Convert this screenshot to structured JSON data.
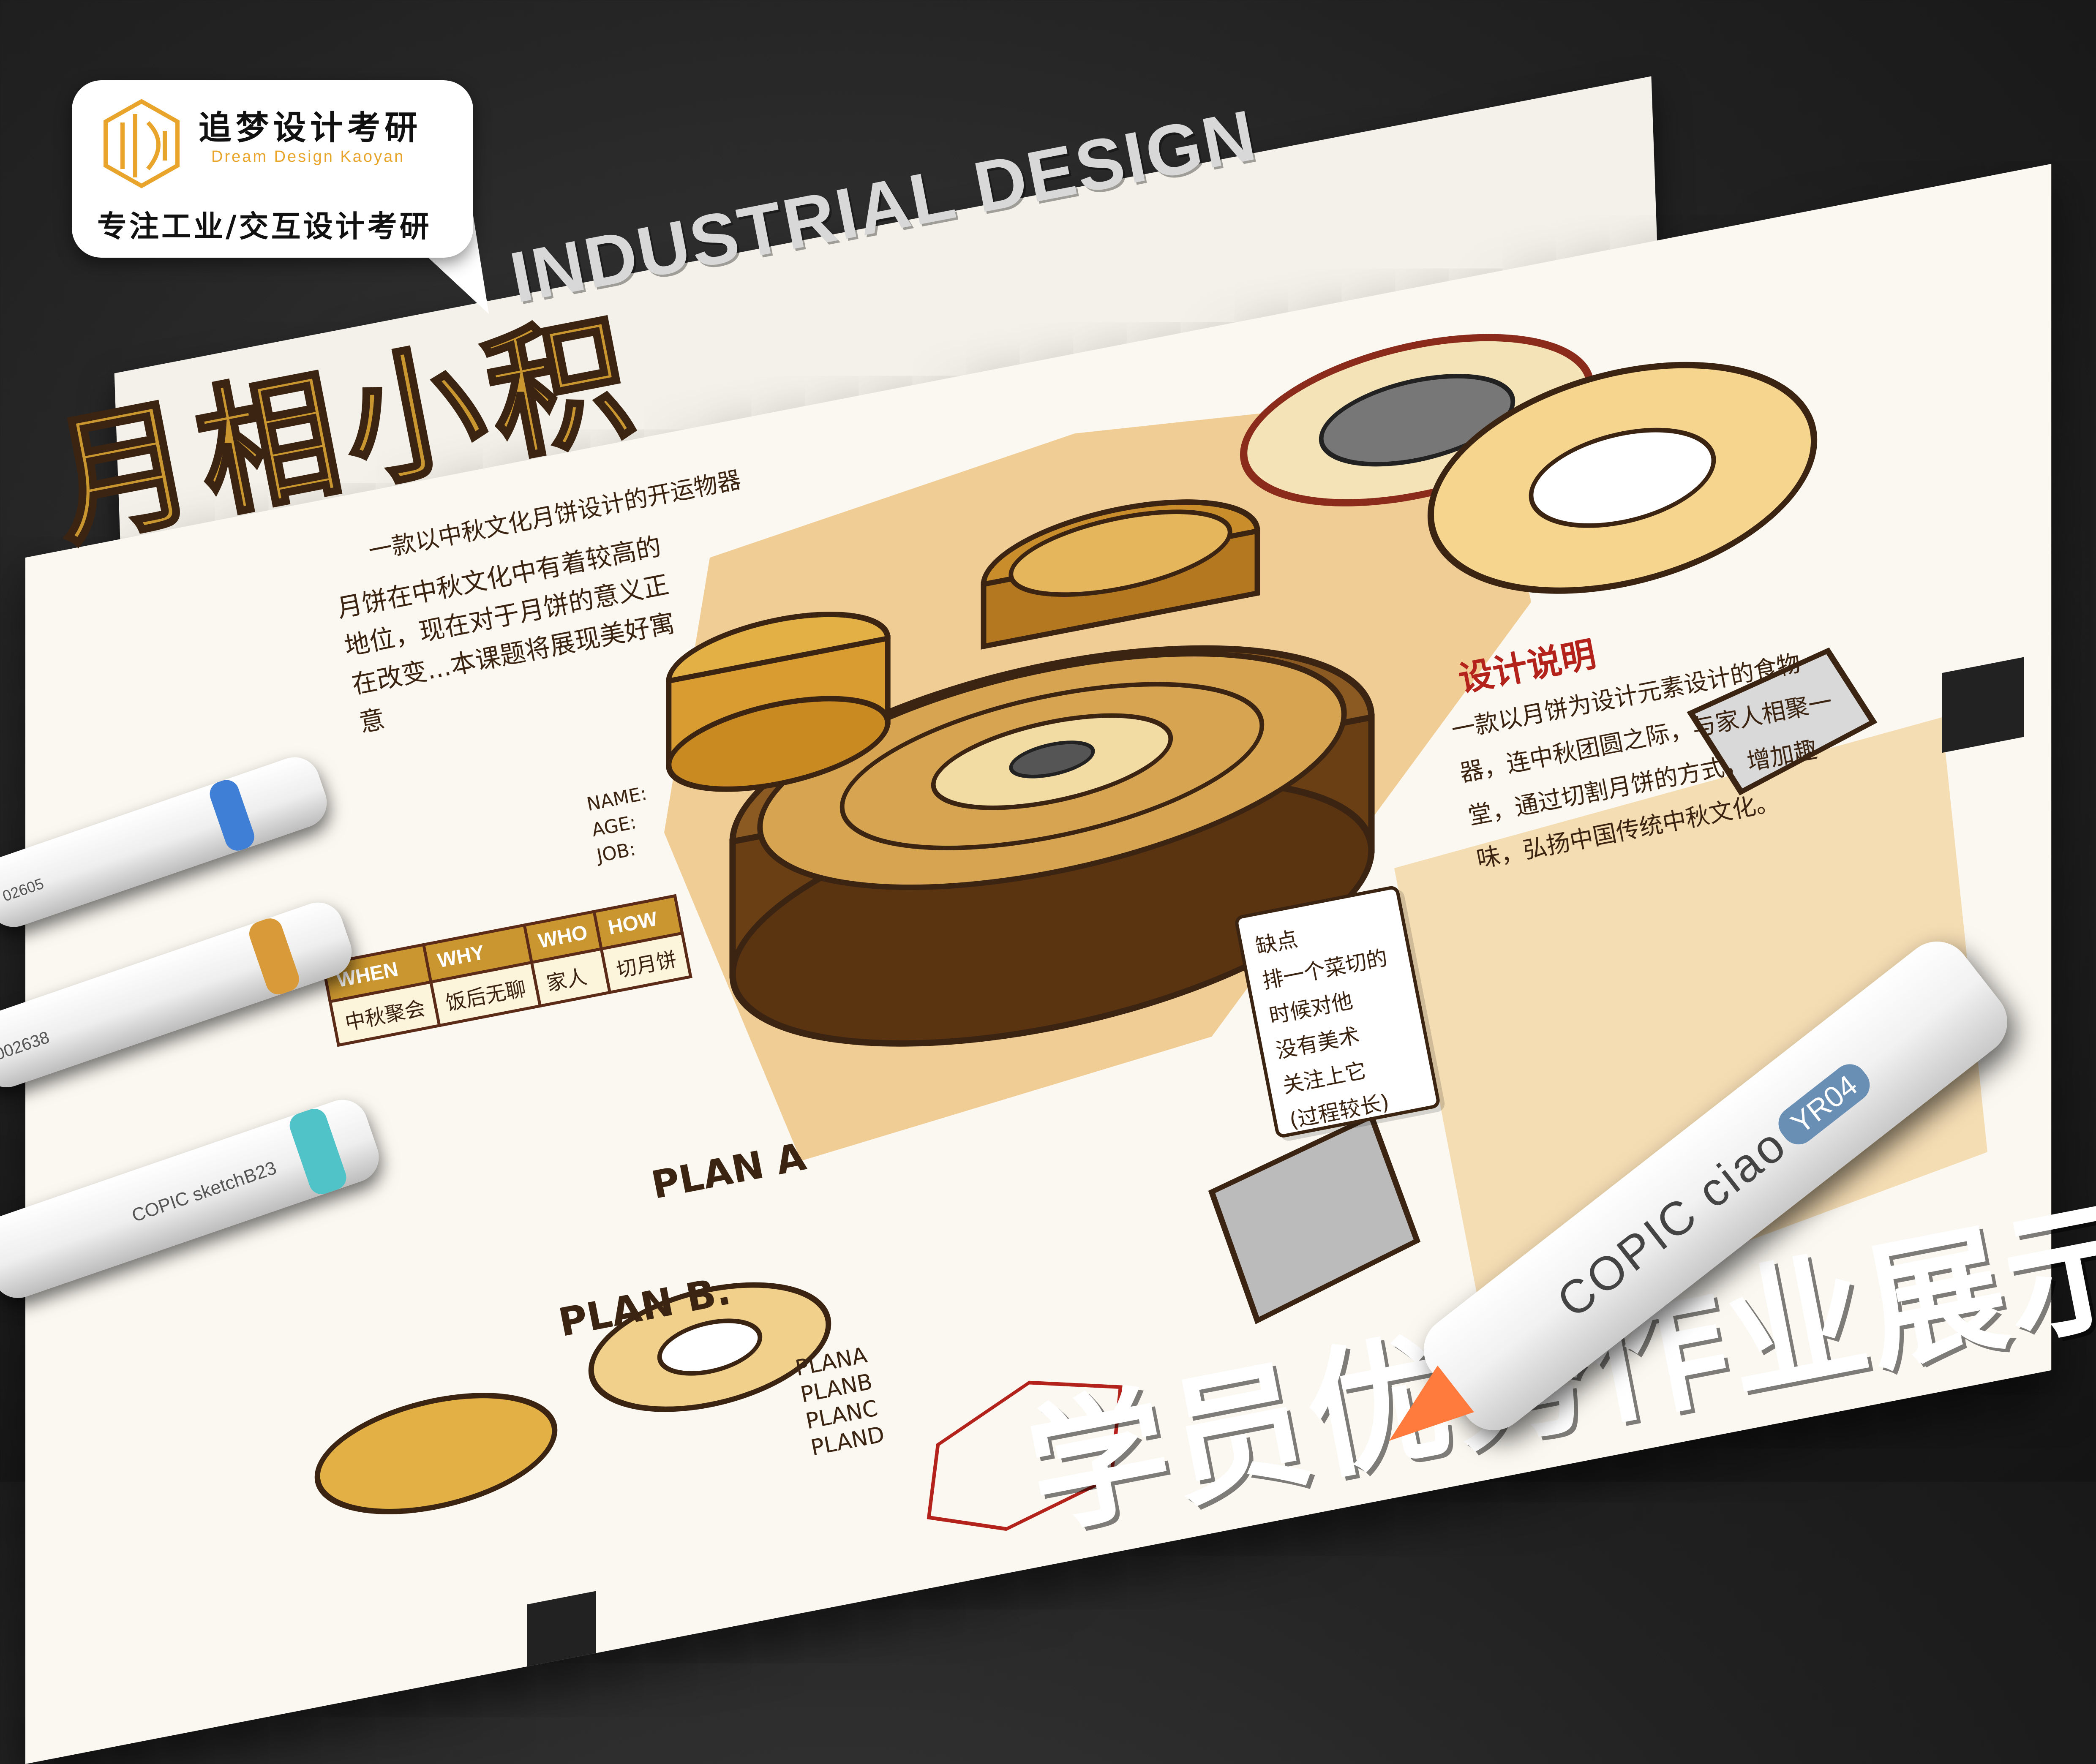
{
  "logo": {
    "brand_cn": "追梦设计考研",
    "brand_en": "Dream Design Kaoyan",
    "tagline": "专注工业/交互设计考研",
    "accent": "#e9a52b"
  },
  "headline": "INDUSTRIAL DESIGN",
  "showcase": "学员优秀作业展示",
  "sketch": {
    "title": "月相小积",
    "subtitle": "一款以中秋文化月饼设计的开运物器",
    "intro": "月饼在中秋文化中有着较高的地位，现在对于月饼的意义正在改变...本课题将展现美好寓意",
    "user_info": "NAME:\nAGE:\nJOB:",
    "plan_a": "PLAN A",
    "plan_b": "PLAN B.",
    "plan_list": "PLANA\nPLANB\nPLANC\nPLAND",
    "design_title": "设计说明",
    "design_text": "一款以月饼为设计元素设计的食物器，连中秋团圆之际，与家人相聚一堂，通过切割月饼的方式，增加趣味，弘扬中国传统中秋文化。",
    "note": "缺点\n排一个菜切的\n时候对他\n没有美术\n关注上它\n(过程较长)",
    "table": [
      [
        "WHEN",
        "WHY",
        "WHO",
        "HOW"
      ],
      [
        "中秋聚会",
        "饭后无聊",
        "家人",
        "切月饼"
      ]
    ],
    "accent_gold": "#c9962f",
    "outline_brown": "#3b2412"
  },
  "markers": [
    {
      "code": "02605",
      "cap_color": "#3f7fd6"
    },
    {
      "code": "002638",
      "cap_color": "#d99b3a"
    },
    {
      "code": "B23",
      "cap_color": "#4fc3c8",
      "brand": "COPIC sketch"
    }
  ],
  "copic": {
    "brand": "COPIC ciao",
    "code": "YR04",
    "tip_color": "#ff7a3d"
  }
}
